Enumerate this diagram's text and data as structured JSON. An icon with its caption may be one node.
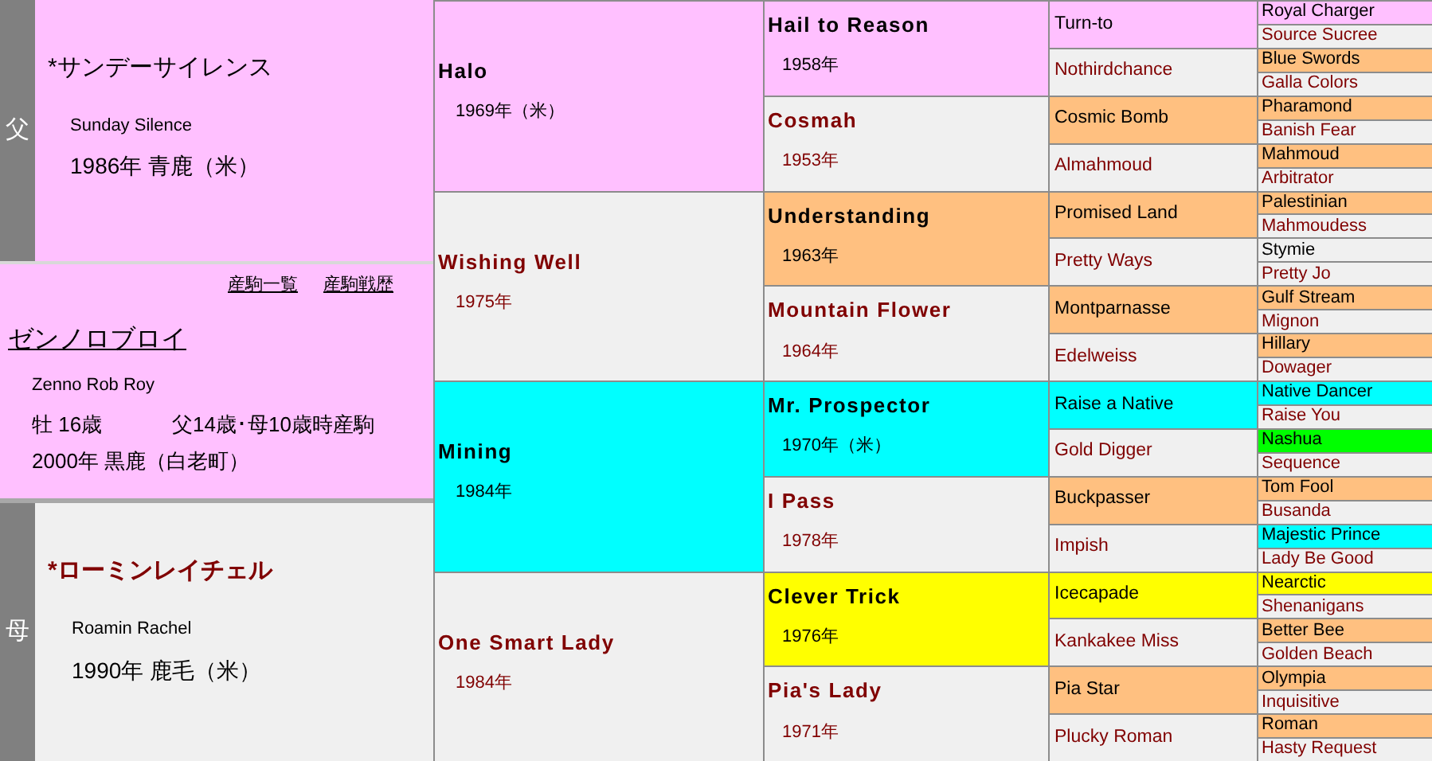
{
  "diagram": {
    "nodes": [
      {
        "text": [
          "父"
        ]
      },
      {
        "text": [
          "*サンデーサイレンス",
          "Sunday Silence",
          "1986年 青鹿（米）"
        ]
      },
      {
        "text": [
          "産駒一覧",
          "産駒戦歴",
          "ゼンノロブロイ",
          "Zenno Rob Roy",
          "牡 16歳",
          "父14歳･母10歳時産駒",
          "2000年 黒鹿（白老町）"
        ]
      },
      {
        "text": [
          "母"
        ]
      },
      {
        "text": [
          "*ローミンレイチェル",
          "Roamin Rachel",
          "1990年 鹿毛（米）"
        ]
      },
      {
        "text": [
          "Halo",
          "1969年（米）"
        ]
      },
      {
        "text": [
          "Hail to Reason",
          "1958年"
        ]
      },
      {
        "text": [
          "Turn-to"
        ]
      },
      {
        "text": [
          "Royal Charger"
        ]
      },
      {
        "text": [
          "Source Sucree"
        ]
      },
      {
        "text": [
          "Nothirdchance"
        ]
      },
      {
        "text": [
          "Blue Swords"
        ]
      },
      {
        "text": [
          "Galla Colors"
        ]
      },
      {
        "text": [
          "Cosmah",
          "1953年"
        ]
      },
      {
        "text": [
          "Cosmic Bomb"
        ]
      },
      {
        "text": [
          "Pharamond"
        ]
      },
      {
        "text": [
          "Banish Fear"
        ]
      },
      {
        "text": [
          "Almahmoud"
        ]
      },
      {
        "text": [
          "Mahmoud"
        ]
      },
      {
        "text": [
          "Arbitrator"
        ]
      },
      {
        "text": [
          "Wishing Well",
          "1975年"
        ]
      },
      {
        "text": [
          "Understanding",
          "1963年"
        ]
      },
      {
        "text": [
          "Promised Land"
        ]
      },
      {
        "text": [
          "Palestinian"
        ]
      },
      {
        "text": [
          "Mahmoudess"
        ]
      },
      {
        "text": [
          "Pretty Ways"
        ]
      },
      {
        "text": [
          "Stymie"
        ]
      },
      {
        "text": [
          "Pretty Jo"
        ]
      },
      {
        "text": [
          "Mountain Flower",
          "1964年"
        ]
      },
      {
        "text": [
          "Montparnasse"
        ]
      },
      {
        "text": [
          "Gulf Stream"
        ]
      },
      {
        "text": [
          "Mignon"
        ]
      },
      {
        "text": [
          "Edelweiss"
        ]
      },
      {
        "text": [
          "Hillary"
        ]
      },
      {
        "text": [
          "Dowager"
        ]
      },
      {
        "text": [
          "Mining",
          "1984年"
        ]
      },
      {
        "text": [
          "Mr. Prospector",
          "1970年（米）"
        ]
      },
      {
        "text": [
          "Raise a Native"
        ]
      },
      {
        "text": [
          "Native Dancer"
        ]
      },
      {
        "text": [
          "Raise You"
        ]
      },
      {
        "text": [
          "Gold Digger"
        ]
      },
      {
        "text": [
          "Nashua"
        ]
      },
      {
        "text": [
          "Sequence"
        ]
      },
      {
        "text": [
          "I Pass",
          "1978年"
        ]
      },
      {
        "text": [
          "Buckpasser"
        ]
      },
      {
        "text": [
          "Tom Fool"
        ]
      },
      {
        "text": [
          "Busanda"
        ]
      },
      {
        "text": [
          "Impish"
        ]
      },
      {
        "text": [
          "Majestic Prince"
        ]
      },
      {
        "text": [
          "Lady Be Good"
        ]
      },
      {
        "text": [
          "One Smart Lady",
          "1984年"
        ]
      },
      {
        "text": [
          "Clever Trick",
          "1976年"
        ]
      },
      {
        "text": [
          "Icecapade"
        ]
      },
      {
        "text": [
          "Nearctic"
        ]
      },
      {
        "text": [
          "Shenanigans"
        ]
      },
      {
        "text": [
          "Kankakee Miss"
        ]
      },
      {
        "text": [
          "Better Bee"
        ]
      },
      {
        "text": [
          "Golden Beach"
        ]
      },
      {
        "text": [
          "Pia's Lady",
          "1971年"
        ]
      },
      {
        "text": [
          "Pia Star"
        ]
      },
      {
        "text": [
          "Olympia"
        ]
      },
      {
        "text": [
          "Inquisitive"
        ]
      },
      {
        "text": [
          "Plucky Roman"
        ]
      },
      {
        "text": [
          "Roman"
        ]
      },
      {
        "text": [
          "Hasty Request"
        ]
      }
    ]
  }
}
